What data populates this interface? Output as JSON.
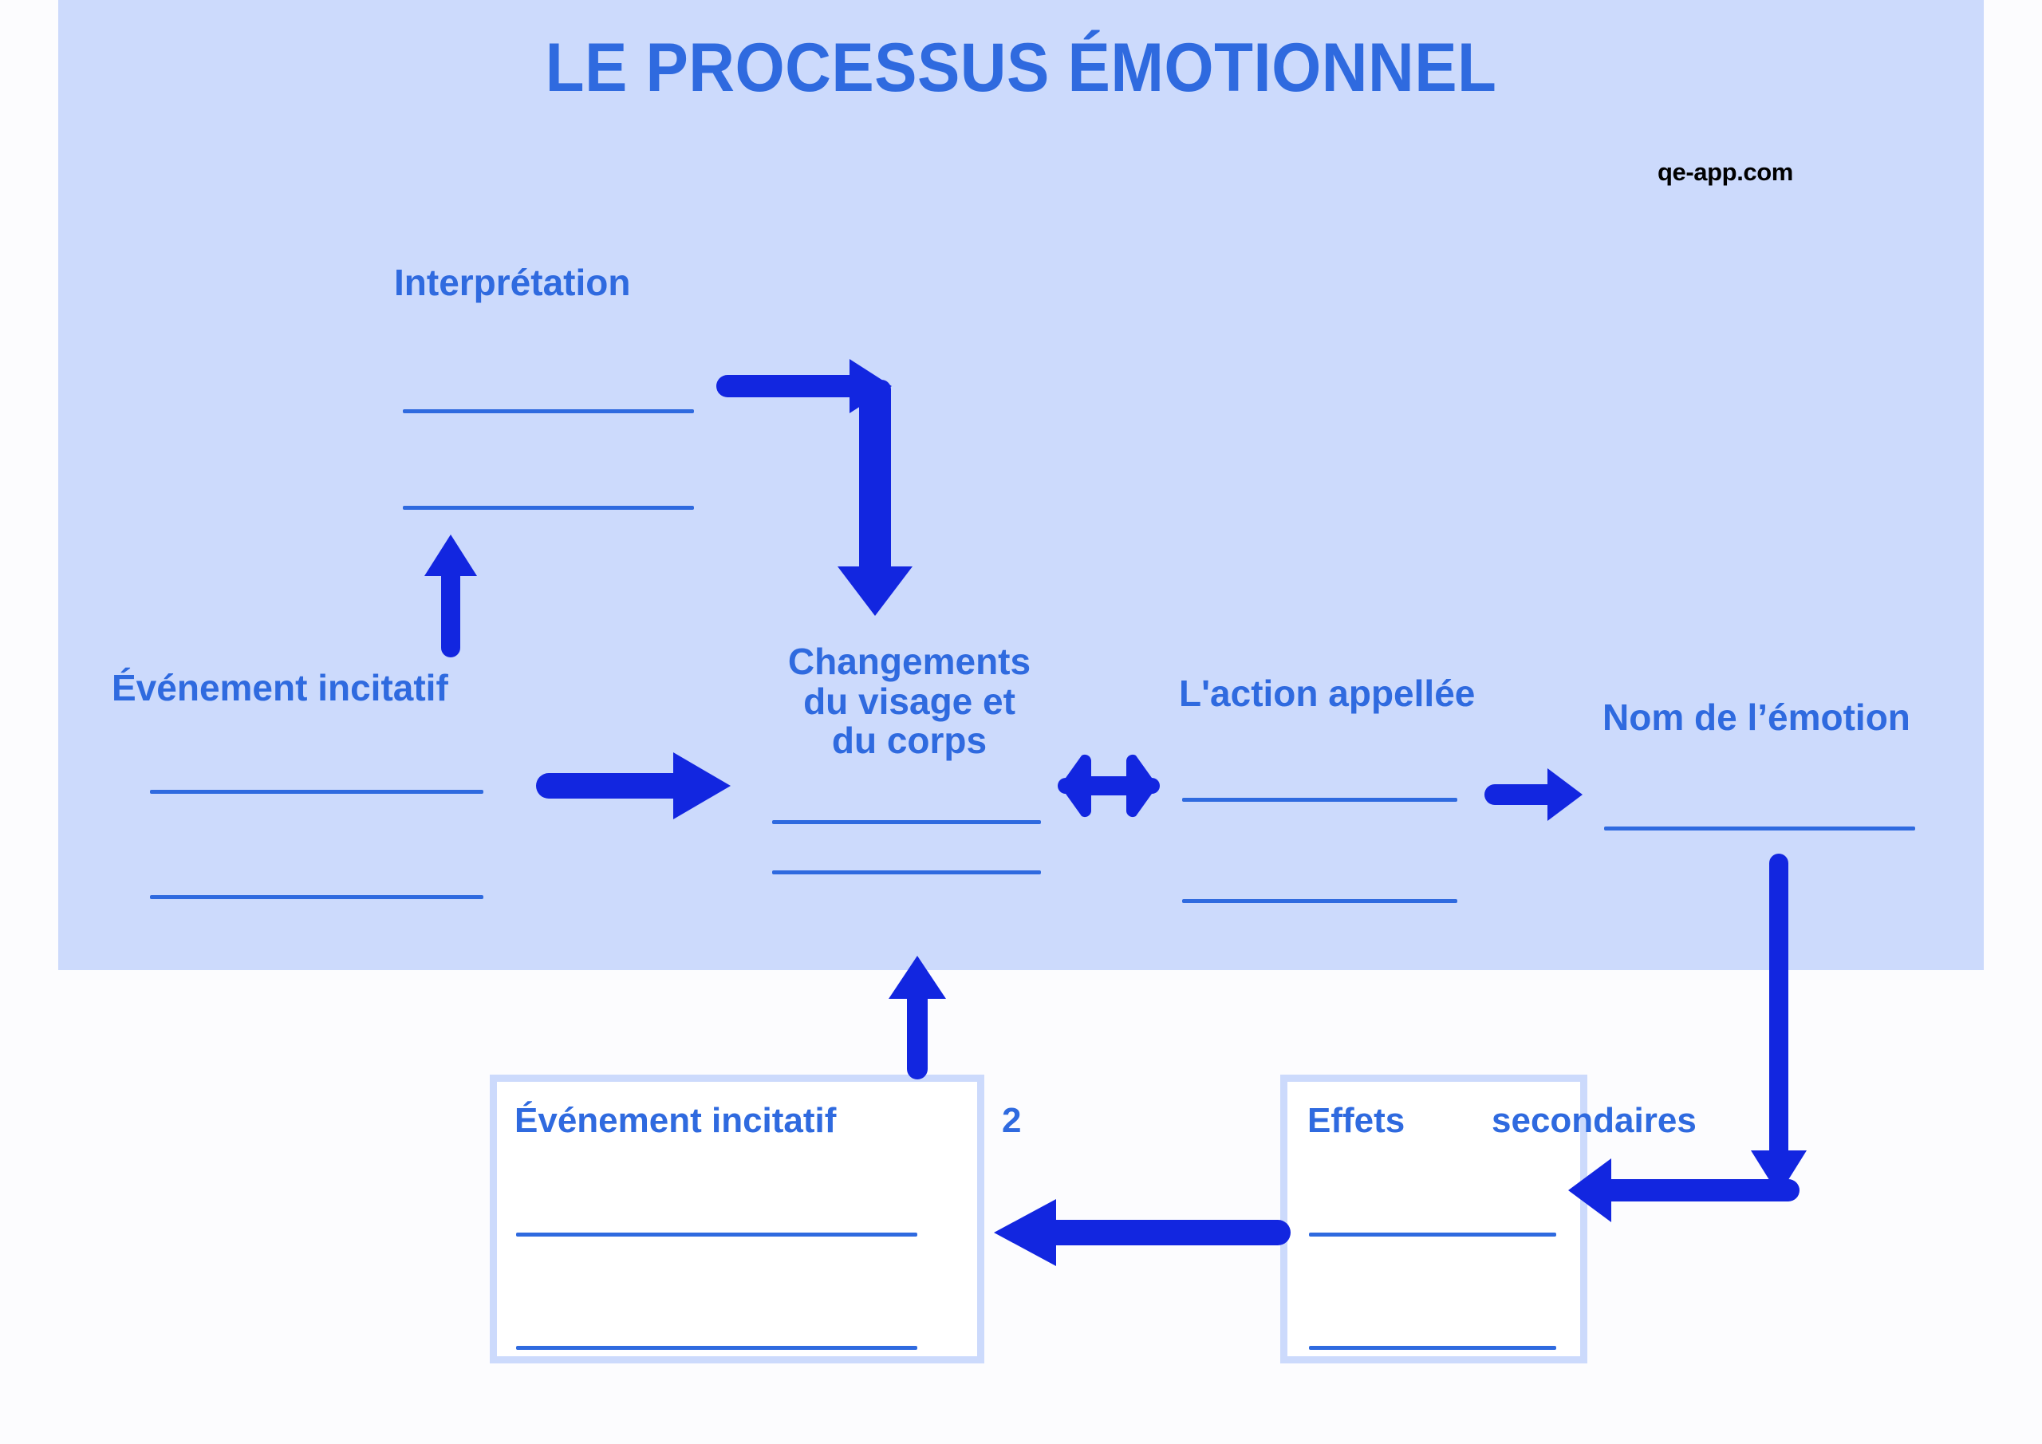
{
  "page": {
    "title": "LE PROCESSUS ÉMOTIONNEL",
    "watermark": "qe-app.com",
    "accent_blue": "#2f6adf",
    "arrow_blue": "#1226e0",
    "panel_bg": "#ccdafc",
    "page_bg": "#fcfcfe",
    "box_border": "#ccdafc",
    "box_fill": "#ffffff"
  },
  "nodes": {
    "interpretation": {
      "label": "Interprétation",
      "write_in_lines": 2
    },
    "evenement_incitatif": {
      "label": "Événement incitatif",
      "write_in_lines": 2
    },
    "changements": {
      "label_line1": "Changements",
      "label_line2": "du visage et",
      "label_line3": "du corps",
      "write_in_lines": 2
    },
    "action_appellee": {
      "label": "L'action appellée",
      "write_in_lines": 2
    },
    "nom_emotion": {
      "label": "Nom de l’émotion",
      "write_in_lines": 1
    },
    "evenement_incitatif_2": {
      "label": "Événement   incitatif",
      "badge": "2",
      "write_in_lines": 2
    },
    "effets_secondaires": {
      "label_inside": "Effets",
      "label_overflow": "secondaires",
      "write_in_lines": 2
    }
  },
  "arrows": [
    {
      "name": "evenement-to-interpretation",
      "type": "up",
      "kind": "single"
    },
    {
      "name": "interpretation-to-changements",
      "type": "elbow-right-down",
      "kind": "single"
    },
    {
      "name": "evenement-to-changements",
      "type": "right",
      "kind": "single"
    },
    {
      "name": "changements-to-action",
      "type": "horizontal",
      "kind": "double"
    },
    {
      "name": "action-to-nom-emotion",
      "type": "right",
      "kind": "single"
    },
    {
      "name": "nom-emotion-to-effets",
      "type": "elbow-down-left",
      "kind": "single"
    },
    {
      "name": "effets-to-evenement-2",
      "type": "left",
      "kind": "single"
    },
    {
      "name": "evenement-2-to-changements",
      "type": "up",
      "kind": "single"
    }
  ]
}
